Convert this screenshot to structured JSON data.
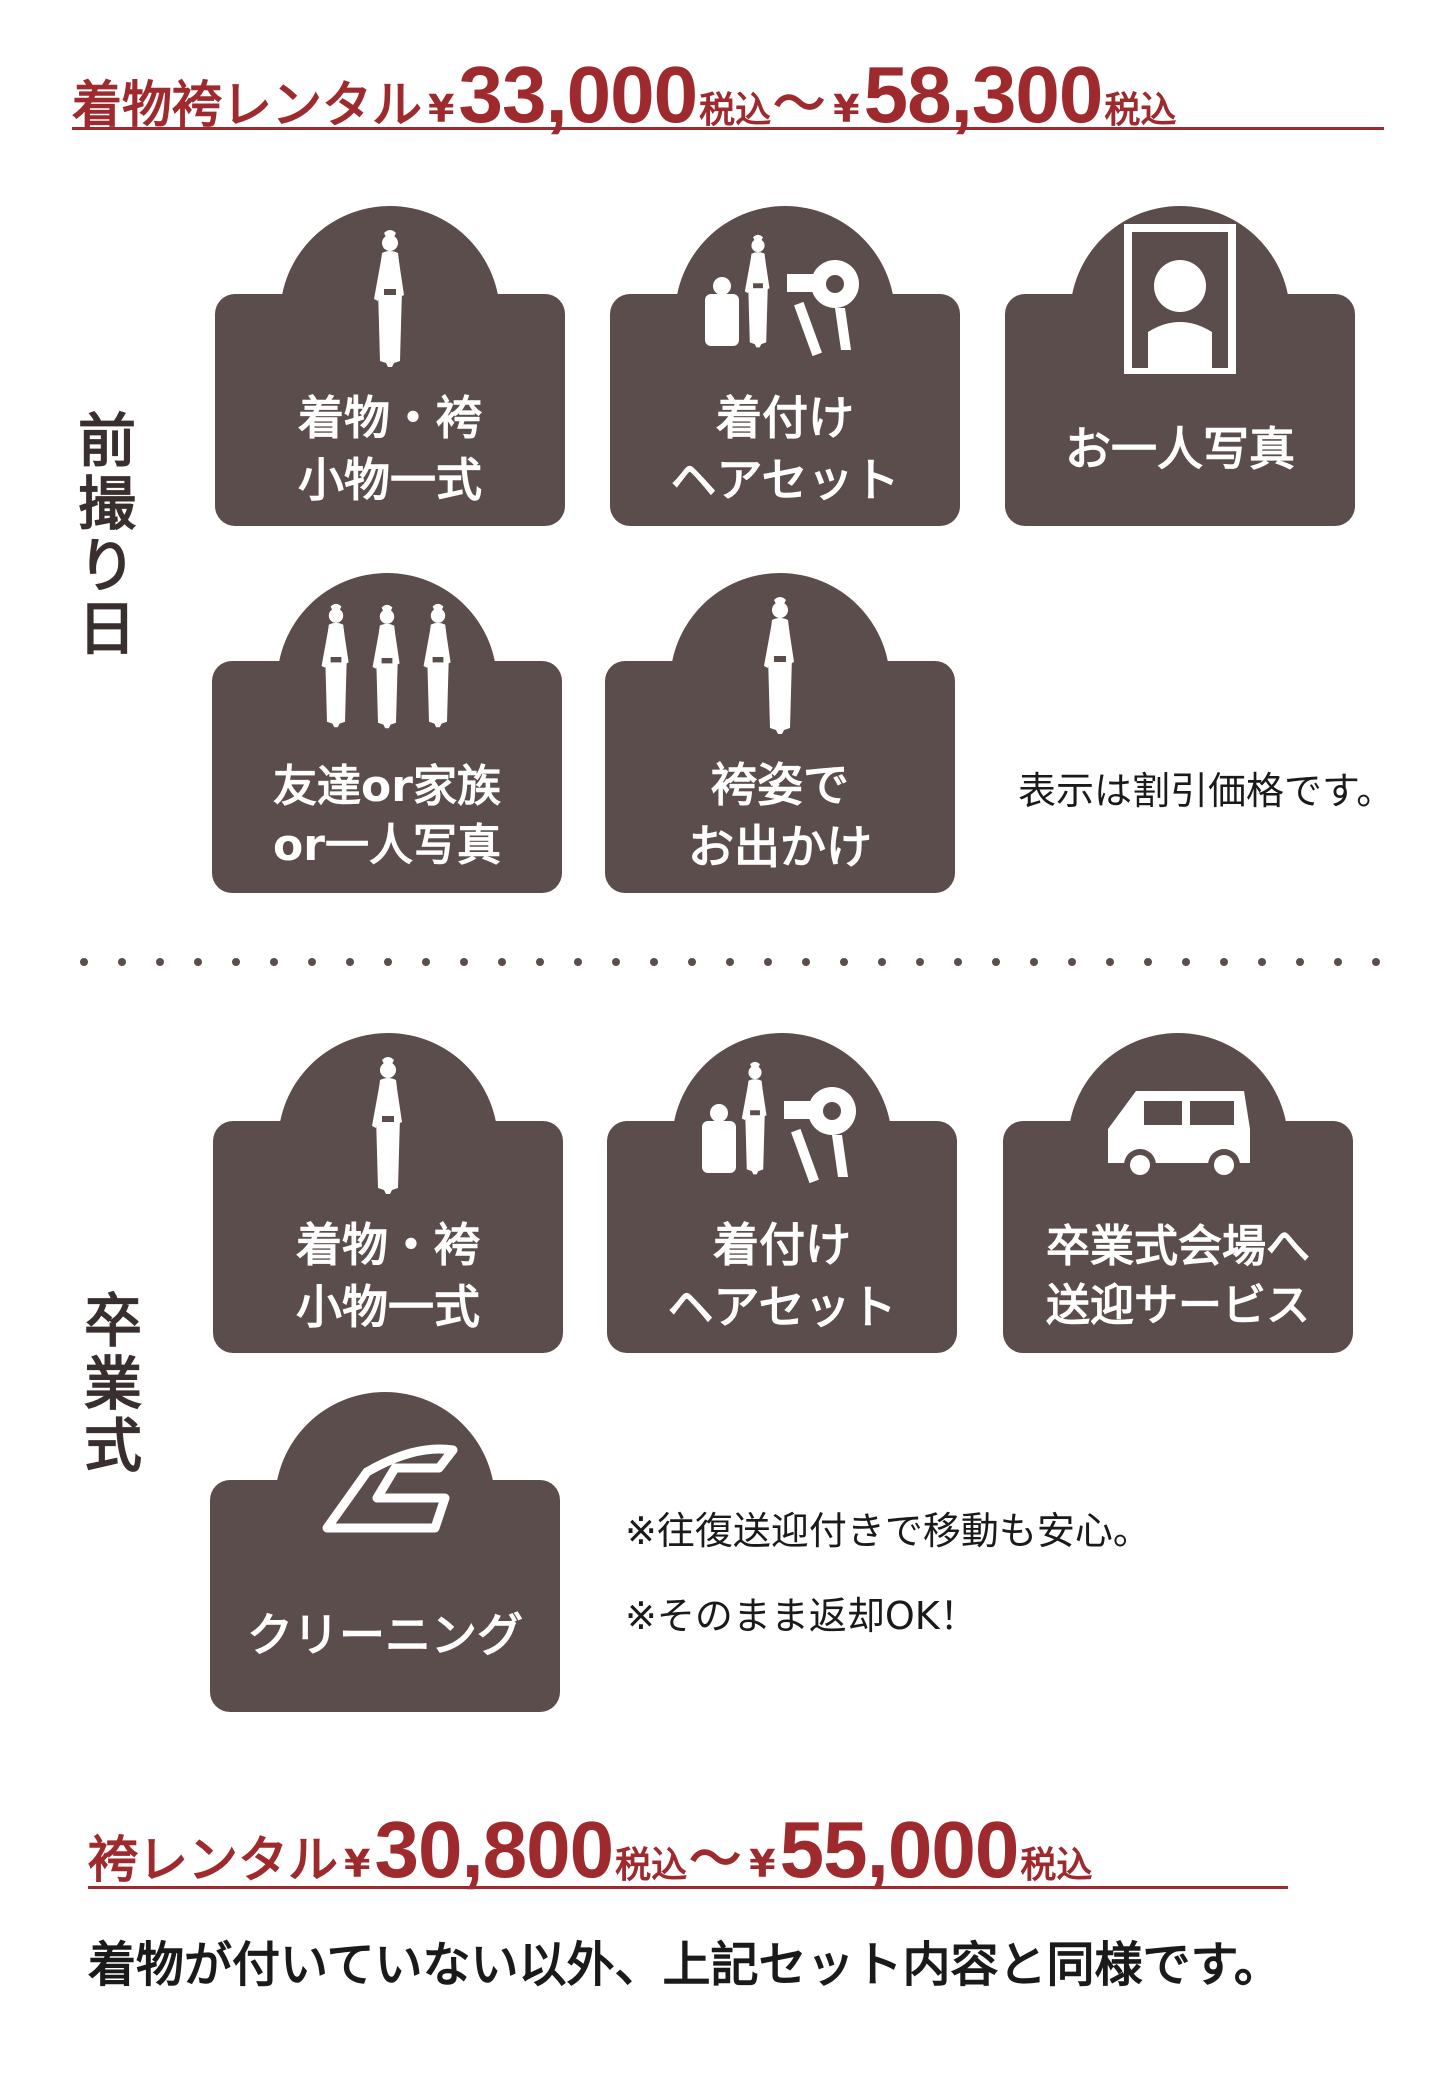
{
  "top_price": {
    "label": "着物袴レンタル",
    "yen": "¥",
    "from": "33,000",
    "tax": "税込",
    "tilde": "〜",
    "to": "58,300"
  },
  "sections": {
    "maedori": {
      "label": [
        "前",
        "撮",
        "り",
        "日"
      ],
      "items": [
        {
          "text": "着物・袴\n小物一式",
          "icon": "kimono-woman-icon"
        },
        {
          "text": "着付け\nヘアセット",
          "icon": "dressing-hairdryer-icon"
        },
        {
          "text": "お一人写真",
          "icon": "portrait-photo-icon"
        },
        {
          "text": "友達or家族\nor一人写真",
          "icon": "group-of-three-icon"
        },
        {
          "text": "袴姿で\nお出かけ",
          "icon": "kimono-woman-outing-icon"
        }
      ],
      "note": "表示は割引価格です。"
    },
    "sotsugyo": {
      "label": [
        "卒",
        "業",
        "式"
      ],
      "items": [
        {
          "text": "着物・袴\n小物一式",
          "icon": "kimono-woman-icon"
        },
        {
          "text": "着付け\nヘアセット",
          "icon": "dressing-hairdryer-icon"
        },
        {
          "text": "卒業式会場へ\n送迎サービス",
          "icon": "car-icon"
        },
        {
          "text": "クリーニング",
          "icon": "iron-icon"
        }
      ],
      "notes": [
        "※往復送迎付きで移動も安心。",
        "※そのまま返却OK！"
      ]
    }
  },
  "bottom_price": {
    "label": "袴レンタル",
    "yen": "¥",
    "from": "30,800",
    "tax": "税込",
    "tilde": "〜",
    "to": "55,000"
  },
  "footer_note": "着物が付いていない以外、上記セット内容と同様です。",
  "colors": {
    "accent": "#9e2a2e",
    "badge": "#5b4d4c",
    "text": "#1a1a1a"
  }
}
